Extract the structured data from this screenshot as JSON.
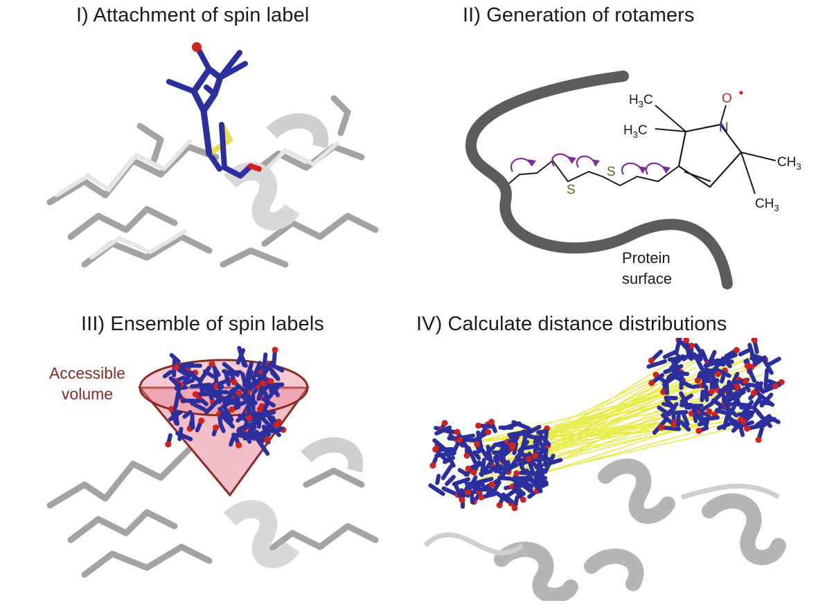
{
  "panels": {
    "p1": {
      "title": "I) Attachment of spin label"
    },
    "p2": {
      "title": "II) Generation of rotamers",
      "protein_label_line1": "Protein",
      "protein_label_line2": "surface",
      "atoms": {
        "h3c_top": "H3C",
        "h3c_mid": "H3C",
        "ch3_right": "CH3",
        "ch3_bottom": "CH3",
        "nitrogen": "N",
        "oxygen": "O",
        "sulfur1": "S",
        "sulfur2": "S"
      }
    },
    "p3": {
      "title": "III) Ensemble of spin labels",
      "annotation_line1": "Accessible",
      "annotation_line2": "volume"
    },
    "p4": {
      "title": "IV) Calculate distance distributions"
    }
  },
  "colors": {
    "protein_gray": "#5c5c5c",
    "nitrogen_blue": "#2b2f9e",
    "oxygen_red": "#d1231c",
    "sulfur_yellow": "#e8e04a",
    "sulfur_text": "#5a6b1a",
    "rotation_arrow": "#7d2a9c",
    "cone_fill": "#e88a9a",
    "cone_edge": "#8b2a22",
    "distance_line": "#e8ec4a"
  }
}
